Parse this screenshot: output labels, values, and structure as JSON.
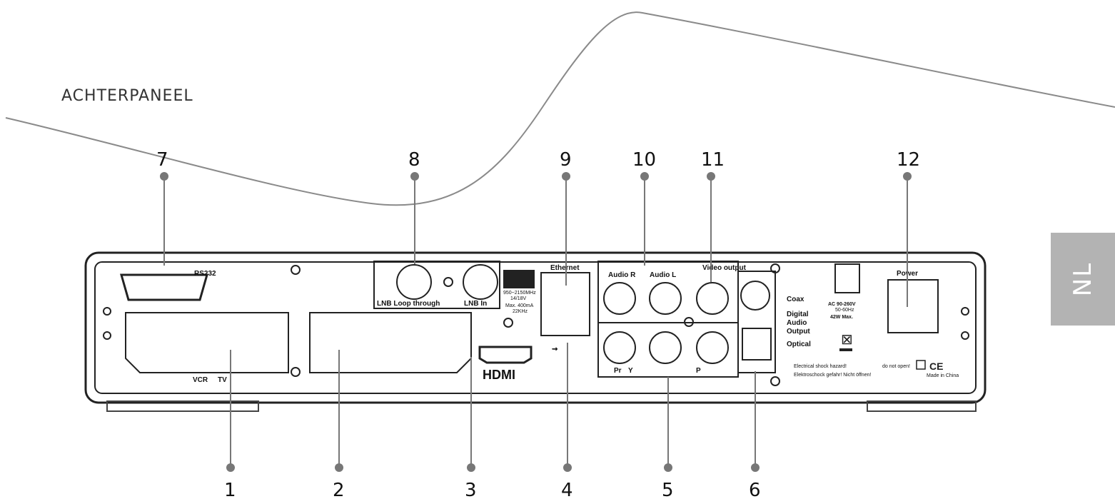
{
  "title": "ACHTERPANEEL",
  "language_tab": "NL",
  "callouts_top": [
    "7",
    "8",
    "9",
    "10",
    "11",
    "12"
  ],
  "callouts_bottom": [
    "1",
    "2",
    "3",
    "4",
    "5",
    "6"
  ],
  "panel_labels": {
    "rs232": "RS232",
    "vcr": "VCR",
    "tv": "TV",
    "lnb_loop": "LNB Loop through",
    "lnb_in": "LNB In",
    "lnb_freq": "950~2150MHz",
    "lnb_volt": "14/18V",
    "lnb_max": "Max. 400mA",
    "lnb_khz": "22KHz",
    "ethernet": "Ethernet",
    "hdmi": "HDMI",
    "audio_r": "Audio R",
    "audio_l": "Audio L",
    "video_output": "Video output",
    "pr": "Pr",
    "y": "Y",
    "p": "P",
    "coax": "Coax",
    "digital": "Digital",
    "audio": "Audio",
    "output": "Output",
    "optical": "Optical",
    "ac": "AC 90-260V",
    "hz": "50-60Hz",
    "watt": "42W Max.",
    "power": "Power",
    "warn1": "Electrical shock hazard!",
    "warn2": "Elektroschock gefahr! Nicht öffnen!",
    "warn3": "do not open!",
    "warn4": "Nicht öffnen!",
    "made": "Made in China",
    "ce": "CE"
  }
}
